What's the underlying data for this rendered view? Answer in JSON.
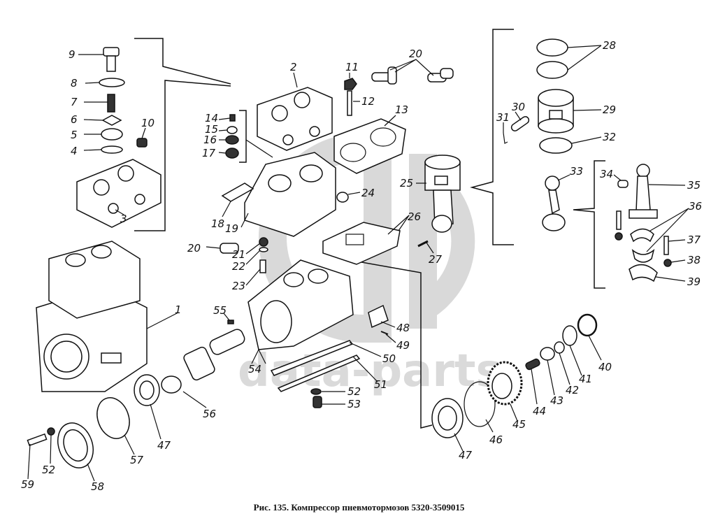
{
  "caption": "Рис. 135. Компрессор пневмотормозов 5320-3509015",
  "watermark": "data-parts",
  "colors": {
    "ink": "#111111",
    "watermark": "#d9d9d9",
    "background": "#ffffff"
  },
  "callouts": [
    {
      "id": "1",
      "text": "1"
    },
    {
      "id": "2",
      "text": "2"
    },
    {
      "id": "3",
      "text": "3"
    },
    {
      "id": "4",
      "text": "4"
    },
    {
      "id": "5",
      "text": "5"
    },
    {
      "id": "6",
      "text": "6"
    },
    {
      "id": "7",
      "text": "7"
    },
    {
      "id": "8",
      "text": "8"
    },
    {
      "id": "9",
      "text": "9"
    },
    {
      "id": "10",
      "text": "10"
    },
    {
      "id": "11",
      "text": "11"
    },
    {
      "id": "12",
      "text": "12"
    },
    {
      "id": "13",
      "text": "13"
    },
    {
      "id": "14",
      "text": "14"
    },
    {
      "id": "15",
      "text": "15"
    },
    {
      "id": "16",
      "text": "16"
    },
    {
      "id": "17",
      "text": "17"
    },
    {
      "id": "18",
      "text": "18"
    },
    {
      "id": "19",
      "text": "19"
    },
    {
      "id": "20a",
      "text": "20"
    },
    {
      "id": "20b",
      "text": "20"
    },
    {
      "id": "21",
      "text": "21"
    },
    {
      "id": "22",
      "text": "22"
    },
    {
      "id": "23",
      "text": "23"
    },
    {
      "id": "24",
      "text": "24"
    },
    {
      "id": "25",
      "text": "25"
    },
    {
      "id": "26",
      "text": "26"
    },
    {
      "id": "27",
      "text": "27"
    },
    {
      "id": "28",
      "text": "28"
    },
    {
      "id": "29",
      "text": "29"
    },
    {
      "id": "30",
      "text": "30"
    },
    {
      "id": "31",
      "text": "31"
    },
    {
      "id": "32",
      "text": "32"
    },
    {
      "id": "33",
      "text": "33"
    },
    {
      "id": "34",
      "text": "34"
    },
    {
      "id": "35",
      "text": "35"
    },
    {
      "id": "36",
      "text": "36"
    },
    {
      "id": "37",
      "text": "37"
    },
    {
      "id": "38",
      "text": "38"
    },
    {
      "id": "39",
      "text": "39"
    },
    {
      "id": "40",
      "text": "40"
    },
    {
      "id": "41",
      "text": "41"
    },
    {
      "id": "42",
      "text": "42"
    },
    {
      "id": "43",
      "text": "43"
    },
    {
      "id": "44",
      "text": "44"
    },
    {
      "id": "45",
      "text": "45"
    },
    {
      "id": "46",
      "text": "46"
    },
    {
      "id": "47a",
      "text": "47"
    },
    {
      "id": "47b",
      "text": "47"
    },
    {
      "id": "48",
      "text": "48"
    },
    {
      "id": "49",
      "text": "49"
    },
    {
      "id": "50",
      "text": "50"
    },
    {
      "id": "51",
      "text": "51"
    },
    {
      "id": "52a",
      "text": "52"
    },
    {
      "id": "52b",
      "text": "52"
    },
    {
      "id": "53",
      "text": "53"
    },
    {
      "id": "54",
      "text": "54"
    },
    {
      "id": "55",
      "text": "55"
    },
    {
      "id": "56",
      "text": "56"
    },
    {
      "id": "57",
      "text": "57"
    },
    {
      "id": "58",
      "text": "58"
    },
    {
      "id": "59",
      "text": "59"
    }
  ]
}
